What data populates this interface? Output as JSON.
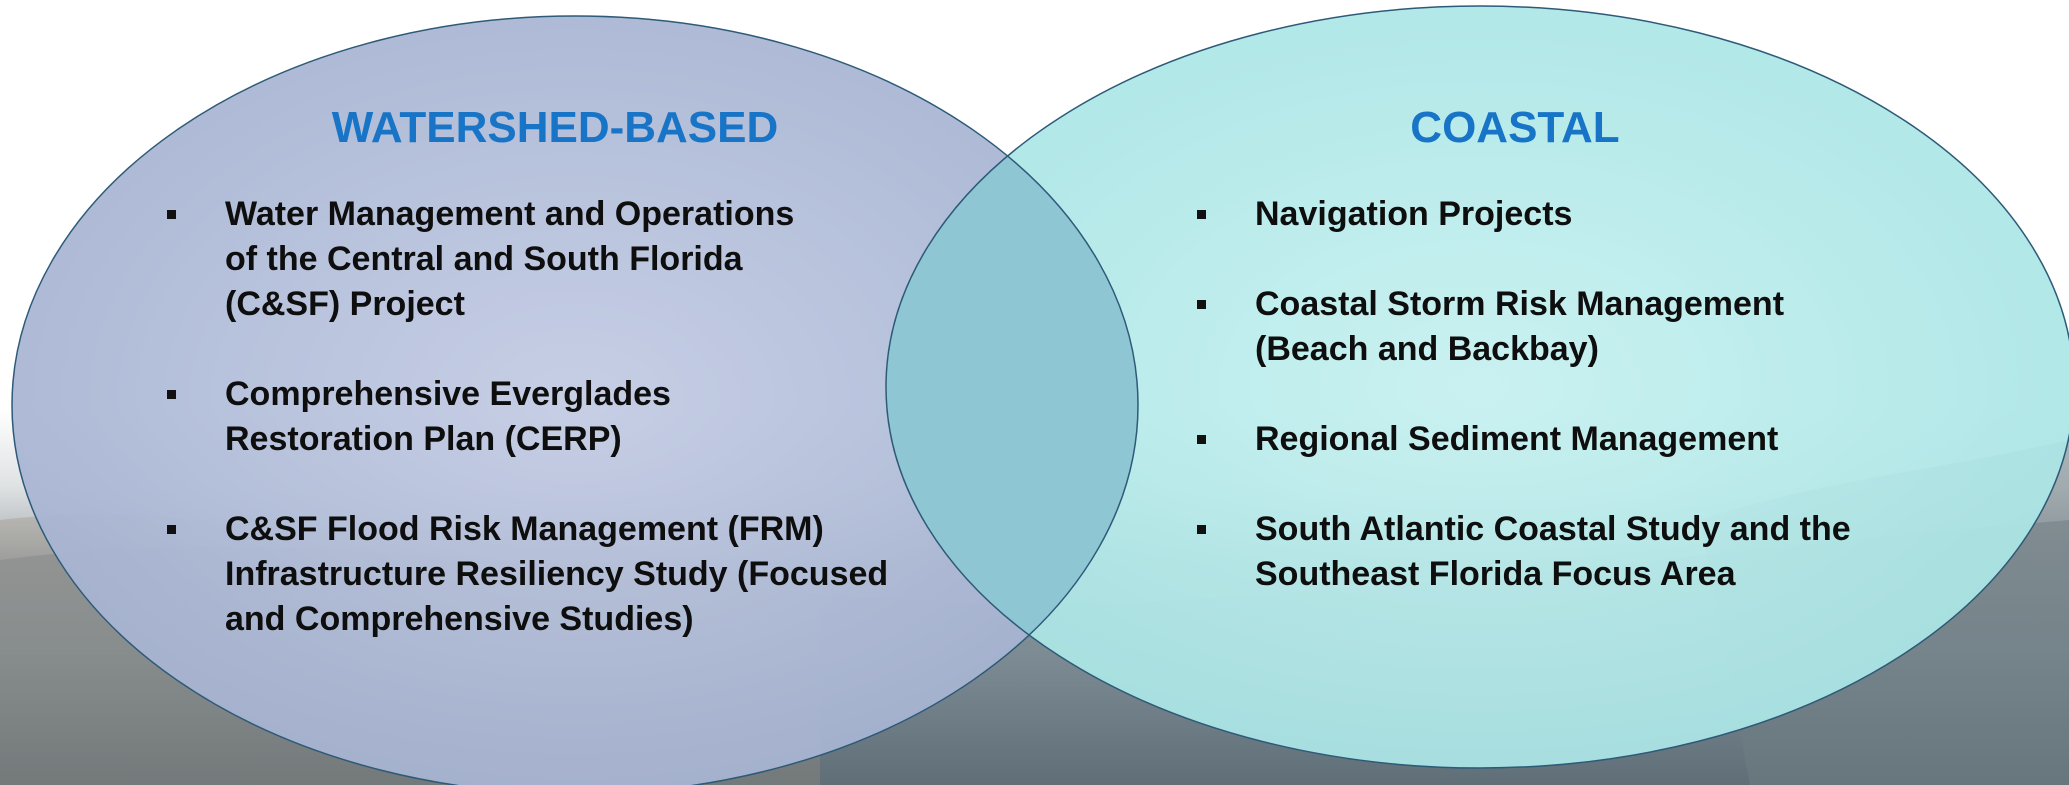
{
  "colors": {
    "heading": "#1874c6",
    "left_circle_fill": "#b3bfdc",
    "right_circle_fill": "#b5ebeb",
    "overlap_fill": "#8ec6d3",
    "circle_outline": "#2d5a78",
    "bullet_text": "#0e0e0e"
  },
  "left_set": {
    "title": "WATERSHED-BASED",
    "items": [
      "Water Management and Operations\nof the Central and South Florida\n(C&SF) Project",
      "Comprehensive Everglades\nRestoration Plan (CERP)",
      "C&SF Flood Risk Management (FRM)\nInfrastructure Resiliency Study (Focused\nand Comprehensive Studies)"
    ]
  },
  "right_set": {
    "title": "COASTAL",
    "items": [
      "Navigation Projects",
      "Coastal Storm Risk Management\n(Beach and Backbay)",
      "Regional Sediment Management",
      "South Atlantic Coastal Study and the\nSoutheast Florida Focus Area"
    ]
  }
}
